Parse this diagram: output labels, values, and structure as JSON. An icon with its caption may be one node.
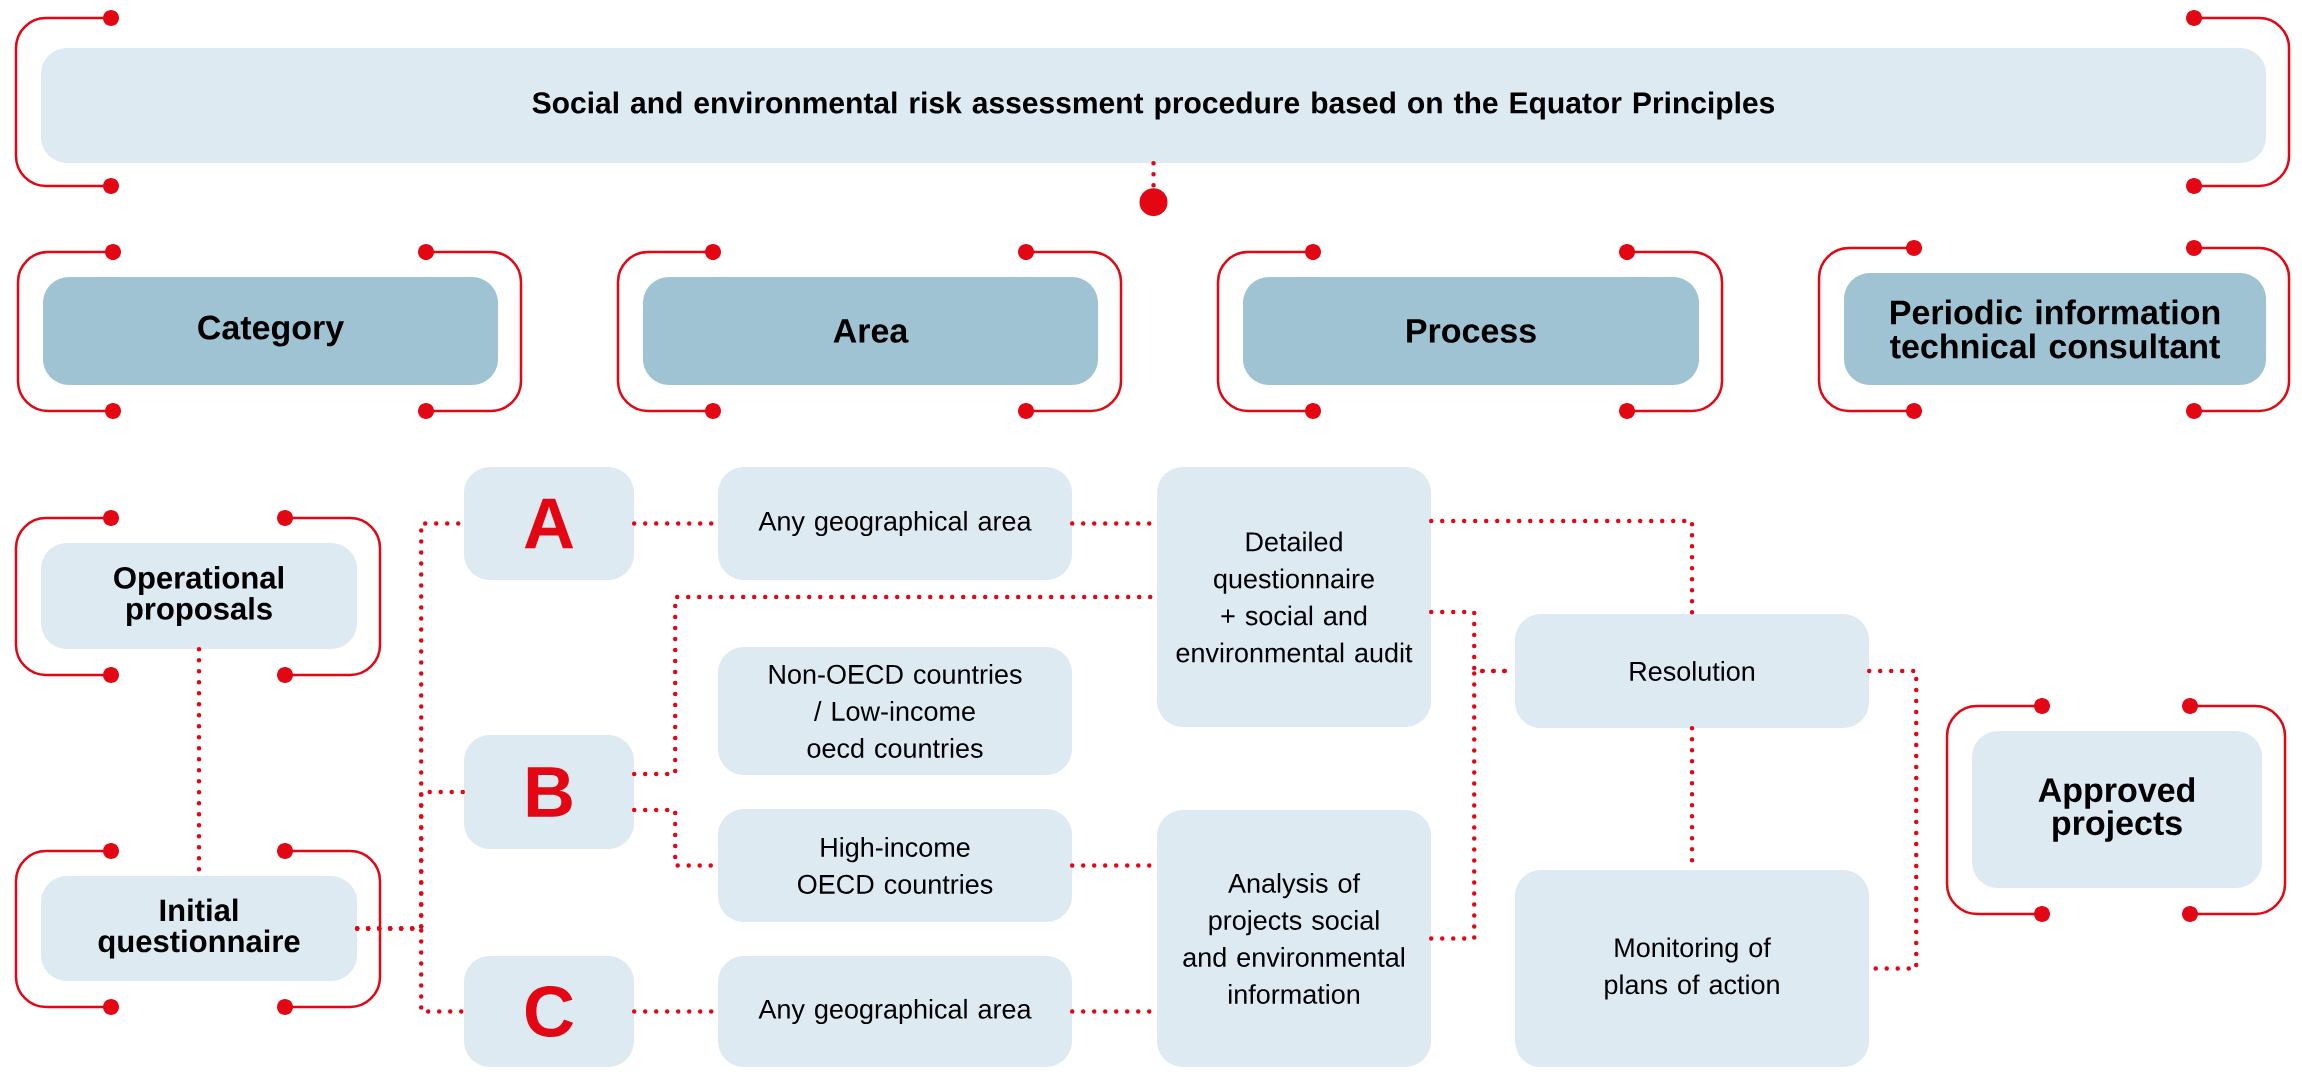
{
  "diagram": {
    "nodes": [
      {
        "text": [
          "Social and environmental risk assessment procedure based on the Equator Principles"
        ]
      },
      {
        "text": [
          "Category"
        ]
      },
      {
        "text": [
          "Area"
        ]
      },
      {
        "text": [
          "Process"
        ]
      },
      {
        "text": [
          "Periodic information technical consultant"
        ]
      },
      {
        "text": [
          "Operational proposals"
        ]
      },
      {
        "text": [
          "A"
        ]
      },
      {
        "text": [
          "Any geographical area"
        ]
      },
      {
        "text": [
          "Detailed questionnaire + social and environmental audit"
        ]
      },
      {
        "text": [
          "Non-OECD countries / Low-income oecd countries"
        ]
      },
      {
        "text": [
          "Resolution"
        ]
      },
      {
        "text": [
          "B"
        ]
      },
      {
        "text": [
          "High-income OECD countries"
        ]
      },
      {
        "text": [
          "Approved projects"
        ]
      },
      {
        "text": [
          "Initial questionnaire"
        ]
      },
      {
        "text": [
          "Analysis of projects social and environmental information"
        ]
      },
      {
        "text": [
          "Monitoring of plans of action"
        ]
      },
      {
        "text": [
          "C"
        ]
      },
      {
        "text": [
          "Any geographical area"
        ]
      }
    ],
    "edges": [
      {
        "from": 0,
        "to": null,
        "arrow": "other"
      },
      {
        "from": 5,
        "to": 14,
        "arrow": "none"
      },
      {
        "from": 14,
        "to": 6,
        "arrow": "none"
      },
      {
        "from": 14,
        "to": 11,
        "arrow": "none"
      },
      {
        "from": 14,
        "to": 17,
        "arrow": "none"
      },
      {
        "from": 6,
        "to": 7,
        "arrow": "none"
      },
      {
        "from": 7,
        "to": 8,
        "arrow": "none"
      },
      {
        "from": 11,
        "to": 8,
        "arrow": "none"
      },
      {
        "from": 11,
        "to": 12,
        "arrow": "none"
      },
      {
        "from": 12,
        "to": 15,
        "arrow": "none"
      },
      {
        "from": 17,
        "to": 18,
        "arrow": "none"
      },
      {
        "from": 18,
        "to": 15,
        "arrow": "none"
      },
      {
        "from": 8,
        "to": 10,
        "arrow": "none"
      },
      {
        "from": 8,
        "to": 10,
        "arrow": "none"
      },
      {
        "from": 15,
        "to": 10,
        "arrow": "none"
      },
      {
        "from": 10,
        "to": 16,
        "arrow": "none"
      },
      {
        "from": 10,
        "to": 16,
        "arrow": "none"
      }
    ]
  }
}
